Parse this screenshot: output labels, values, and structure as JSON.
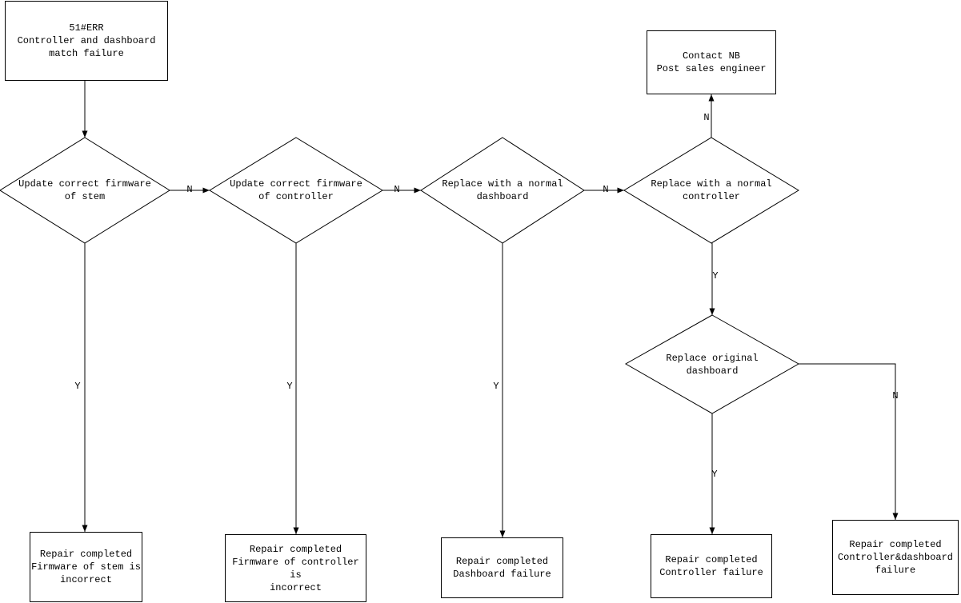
{
  "diagram": {
    "type": "flowchart",
    "background_color": "#ffffff",
    "stroke_color": "#000000"
  },
  "nodes": {
    "start": {
      "shape": "rectangle",
      "label": "51#ERR\nController and dashboard\nmatch failure"
    },
    "contact_nb": {
      "shape": "rectangle",
      "label": "Contact NB\nPost sales engineer"
    },
    "update_firmware_stem": {
      "shape": "diamond",
      "label": "Update correct firmware\nof stem"
    },
    "update_firmware_controller": {
      "shape": "diamond",
      "label": "Update correct firmware\nof controller"
    },
    "replace_normal_dashboard": {
      "shape": "diamond",
      "label": "Replace with a normal\ndashboard"
    },
    "replace_normal_controller": {
      "shape": "diamond",
      "label": "Replace with a normal\ncontroller"
    },
    "replace_original_dashboard": {
      "shape": "diamond",
      "label": "Replace original\ndashboard"
    },
    "end_firmware_stem": {
      "shape": "rectangle",
      "label": "Repair completed\nFirmware of stem is\nincorrect"
    },
    "end_firmware_controller": {
      "shape": "rectangle",
      "label": "Repair completed\nFirmware of controller is\nincorrect"
    },
    "end_dashboard_failure": {
      "shape": "rectangle",
      "label": "Repair completed\nDashboard failure"
    },
    "end_controller_failure": {
      "shape": "rectangle",
      "label": "Repair completed\nController failure"
    },
    "end_controller_dashboard_failure": {
      "shape": "rectangle",
      "label": "Repair completed\nController&dashboard\nfailure"
    }
  },
  "edge_labels": {
    "stem_no": "N",
    "stem_yes": "Y",
    "controller_no": "N",
    "controller_yes": "Y",
    "dashboard_no": "N",
    "dashboard_yes": "Y",
    "normal_controller_no": "N",
    "normal_controller_yes": "Y",
    "original_dashboard_yes": "Y",
    "original_dashboard_no": "N"
  }
}
